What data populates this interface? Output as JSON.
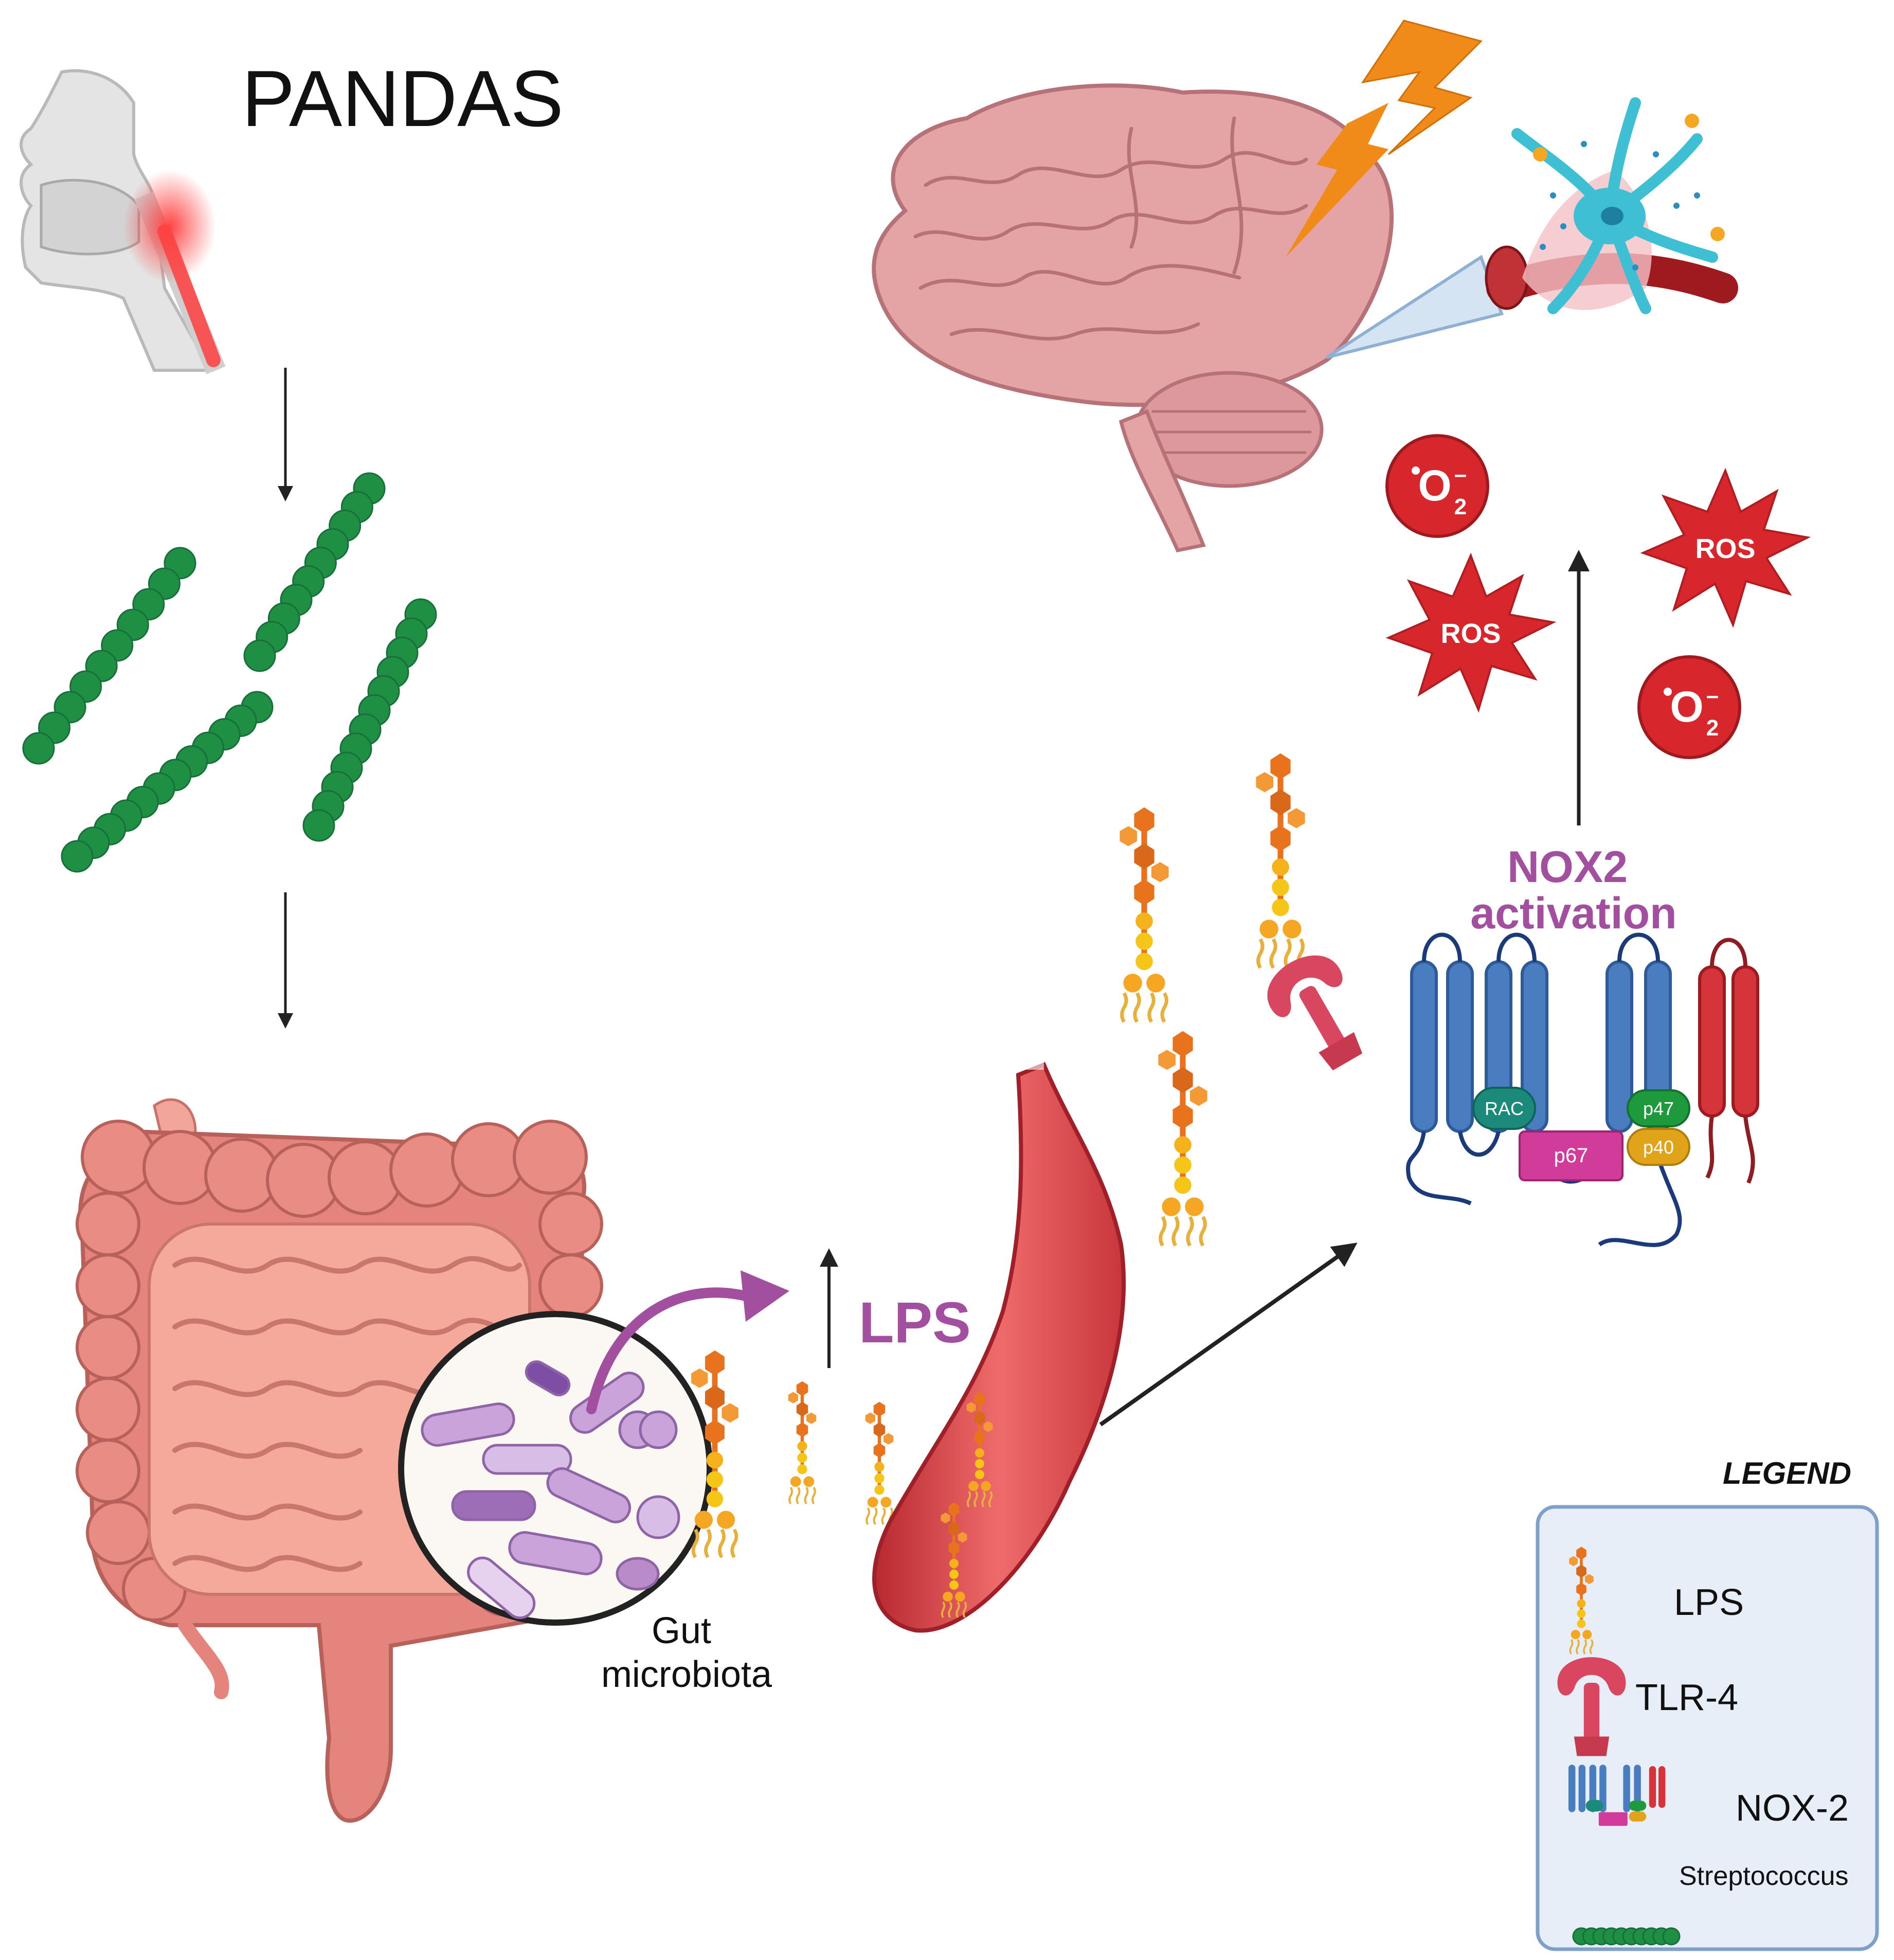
{
  "title": "PANDAS",
  "labels": {
    "lps": "LPS",
    "gut_microbiota_line1": "Gut",
    "gut_microbiota_line2": "microbiota",
    "nox2_line1": "NOX2",
    "nox2_line2": "activation",
    "ros": "ROS",
    "superoxide": "O",
    "superoxide_sub": "2",
    "superoxide_sup": "–",
    "rac": "RAC",
    "p47": "p47",
    "p40": "p40",
    "p67": "p67"
  },
  "legend": {
    "title": "LEGEND",
    "items": [
      {
        "label": "LPS",
        "icon": "lps-icon"
      },
      {
        "label": "TLR-4",
        "icon": "tlr4-icon"
      },
      {
        "label": "NOX-2",
        "icon": "nox2-icon"
      },
      {
        "label": "Streptococcus",
        "icon": "streptococcus-icon"
      }
    ]
  },
  "colors": {
    "streptococcus": "#1f8f44",
    "lps_accent": "#e8731c",
    "lps_tail": "#f5c518",
    "lps_text": "#a34fa0",
    "tlr4": "#d9465f",
    "ros": "#d7272c",
    "nox_blue": "#4a7cc0",
    "nox_red": "#d5353a",
    "lightning": "#f08a18",
    "brain": "#e4a4a6",
    "intestine": "#ec9a90",
    "vessel": "#de4b4b",
    "legend_bg": "#e8eef8",
    "legend_border": "#7f9fcc"
  }
}
